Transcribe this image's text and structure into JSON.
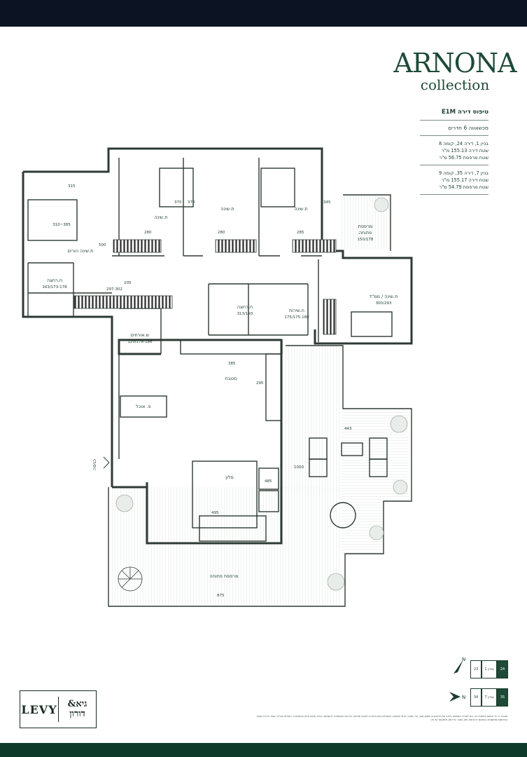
{
  "brand": {
    "name": "ARNONA",
    "sub": "collection"
  },
  "info": {
    "type_title": "טיפוס דירה E1M",
    "type_sub": "מכשאווה 6 חדרים",
    "block1": [
      "בניין 1, דירה 24, קומה 8",
      "שטח דירה 155.13 מ\"ר",
      "שטח מרפסת 56.75 מ\"ר"
    ],
    "block2": [
      "בניין 7, דירה 35, קומה 9",
      "שטח דירה 155.17 מ\"ר",
      "שטח מרפסת 54.79 מ\"ר"
    ]
  },
  "rooms": {
    "bed1": "ת.שינה",
    "bed2": "ת.שינה",
    "bed3": "ת.שינה",
    "master": "ת.שינה הורים",
    "master_dim": "310~385",
    "balcony_open_small": "מרפסת",
    "balcony_open_small2": "פתוחה",
    "balcony_small_dim": "150/178",
    "bath_master": "ח.רחצה",
    "bath_master_dim": "163/173-178",
    "bath": "ח.רחצה",
    "bath_dim": "313/193",
    "service": "ח.שירות",
    "service_dim": "175/175-180",
    "guest_wc": "ש.אורחים",
    "guest_wc_dim": "120/178-188",
    "safe_room": "ת.שינה / ממ\"ד",
    "safe_room_dim": "300/293",
    "kitchen": "מטבח",
    "dining": "פ. אוכל",
    "living": "סלון",
    "balcony_big": "מרפסת פתוחה",
    "entrance": "כניסה"
  },
  "dims": {
    "d315": "315",
    "d370a": "370",
    "d370b": "370",
    "d345": "345",
    "d280a": "280",
    "d280b": "280",
    "d285": "285",
    "d500": "500",
    "d205": "205",
    "d297": "297-302",
    "d385": "385",
    "d295": "295",
    "d443": "443",
    "d1000": "1000",
    "d485": "485",
    "d495": "495",
    "d875": "875"
  },
  "compass": {
    "north": "N"
  },
  "buildings": {
    "row1": {
      "a": "23",
      "b": "בניין 1",
      "c": "24"
    },
    "row2": {
      "a": "34",
      "b": "בניין 7",
      "c": "35"
    }
  },
  "logo": {
    "levy": "LEVY",
    "geva": "גיא&\nדורון"
  },
  "disclaimer": "מובהר כי כל המוצג בתשריט זה הינו לצורכי המחשה בלבד ואין לראות בו משום מצג, על המוכר או מי מטעמו. השטחים הינם בקירוב וייתכנו שינויים. הריהוט והצמחייה להמחשה בלבד ואינם חלק מהתמורה. המידות בס\"מ. שטח הדירה ושטח המרפסת מחושבים בהתאם להוראות חוק המכר (דירות) ולתקנות על פיו.",
  "colors": {
    "accent": "#1e4a38",
    "topbar": "#0c1424",
    "line": "#1e3d2f"
  }
}
